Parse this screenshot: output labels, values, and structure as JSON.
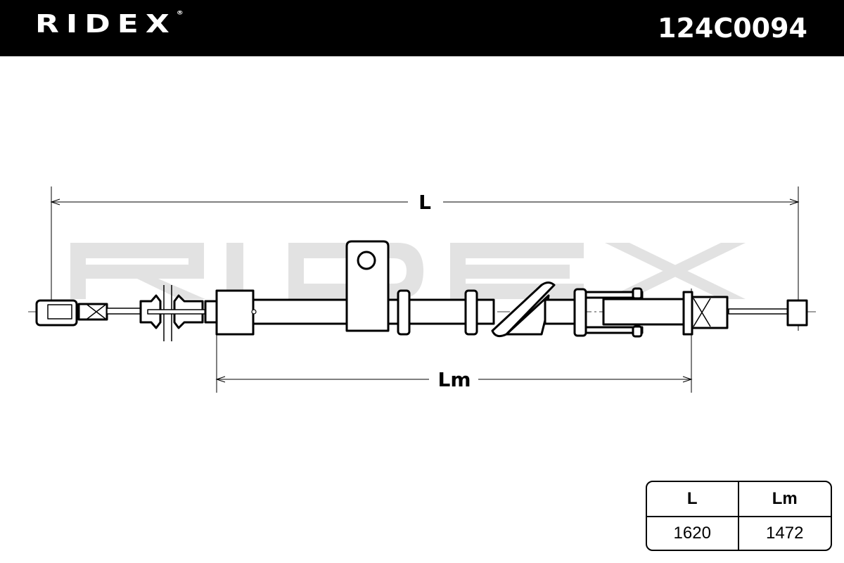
{
  "header": {
    "logo": "RIDEX",
    "logo_mark": "®",
    "part_number": "124C0094"
  },
  "watermark": "RIDEX",
  "diagram": {
    "dim_total_label": "L",
    "dim_sheath_label": "Lm"
  },
  "dimensions_table": {
    "headers": [
      "L",
      "Lm"
    ],
    "values": [
      "1620",
      "1472"
    ]
  },
  "colors": {
    "header_bg": "#000000",
    "watermark": "#e2e2e2"
  }
}
